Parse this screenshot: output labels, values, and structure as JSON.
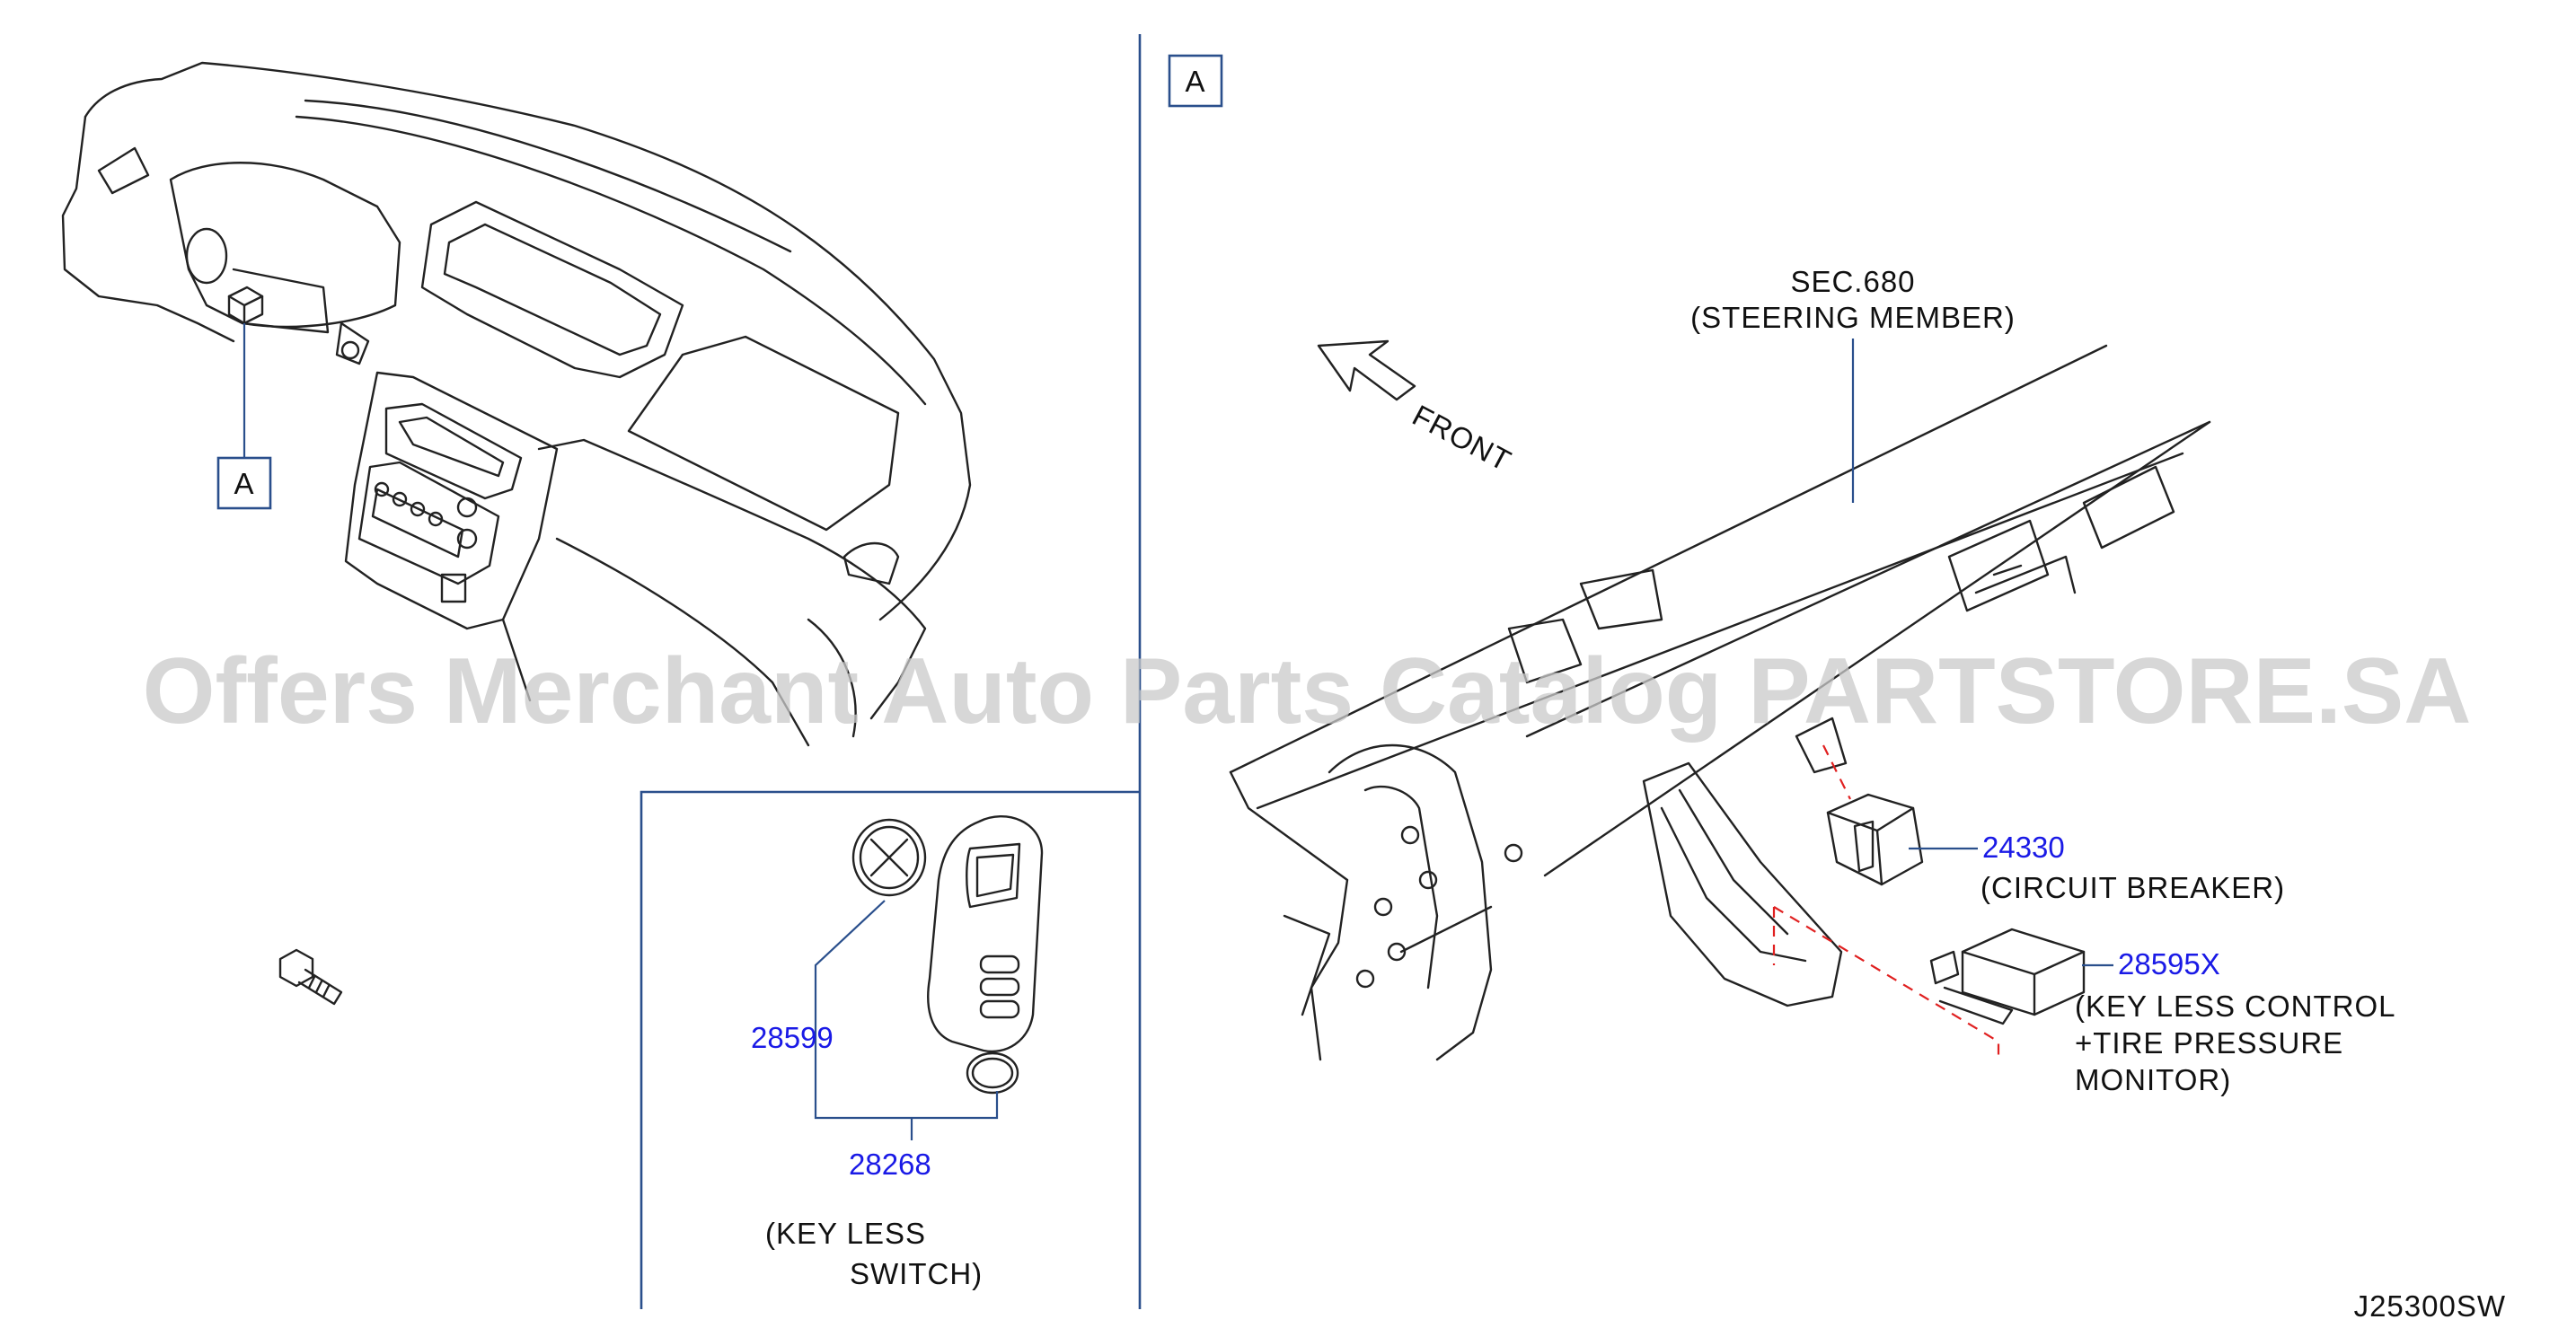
{
  "colors": {
    "part_number": "#1a1ae6",
    "leader_line": "#2a4f8c",
    "dashed_guide": "#e02020",
    "watermark": "#c9c9c9"
  },
  "view_tags": {
    "main": "A",
    "detail": "A"
  },
  "front_label": "FRONT",
  "steering_member": {
    "line1": "SEC.680",
    "line2": "(STEERING  MEMBER)"
  },
  "parts": {
    "circuit_breaker": {
      "number": "24330",
      "desc1": "(CIRCUIT  BREAKER)"
    },
    "key_less_control": {
      "number": "28595X",
      "desc1": "(KEY  LESS  CONTROL",
      "desc2": "+TIRE  PRESSURE",
      "desc3": "MONITOR)"
    },
    "key_less_switch_cover": {
      "number": "28599"
    },
    "key_less_switch": {
      "number": "28268",
      "desc1": "(KEY  LESS",
      "desc2": "SWITCH)"
    }
  },
  "diagram_code": "J25300SW",
  "watermark": "Offers Merchant Auto Parts Catalog PARTSTORE.SA"
}
